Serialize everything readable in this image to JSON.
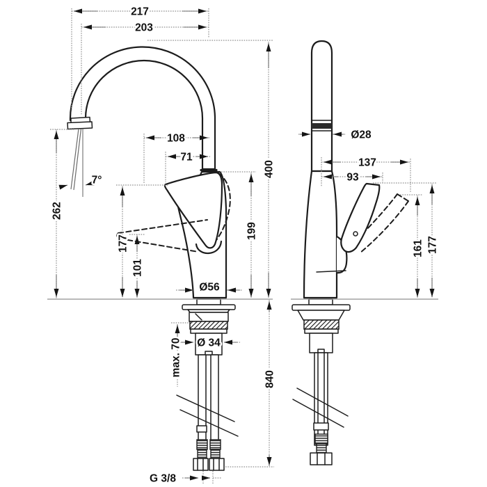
{
  "colors": {
    "background": "#ffffff",
    "object_line": "#1c1c1c",
    "dimension_line": "#8f8f8f",
    "text": "#111111"
  },
  "drawing": {
    "subject": "Single-lever kitchen mixer tap, dimensioned technical drawing",
    "views": [
      "front view",
      "side view"
    ],
    "units": "mm"
  },
  "front_view": {
    "total_width": "217",
    "spout_width": "203",
    "outlet_to_axis": "108",
    "handle_to_axis": "71",
    "height_above_deck": "400",
    "body_height": "199",
    "outlet_height": "262",
    "handle_tip_height": "177",
    "handle_down_height": "101",
    "base_diameter": "Ø56",
    "stream_angle": "7°",
    "shank_diameter": "Ø 34",
    "max_deck_thickness": "max. 70",
    "hose_length": "840",
    "thread_size": "G 3/8"
  },
  "side_view": {
    "column_diameter": "Ø28",
    "handle_raised_reach": "137",
    "handle_reach": "93",
    "handle_raised_height": "161",
    "handle_height": "177"
  }
}
